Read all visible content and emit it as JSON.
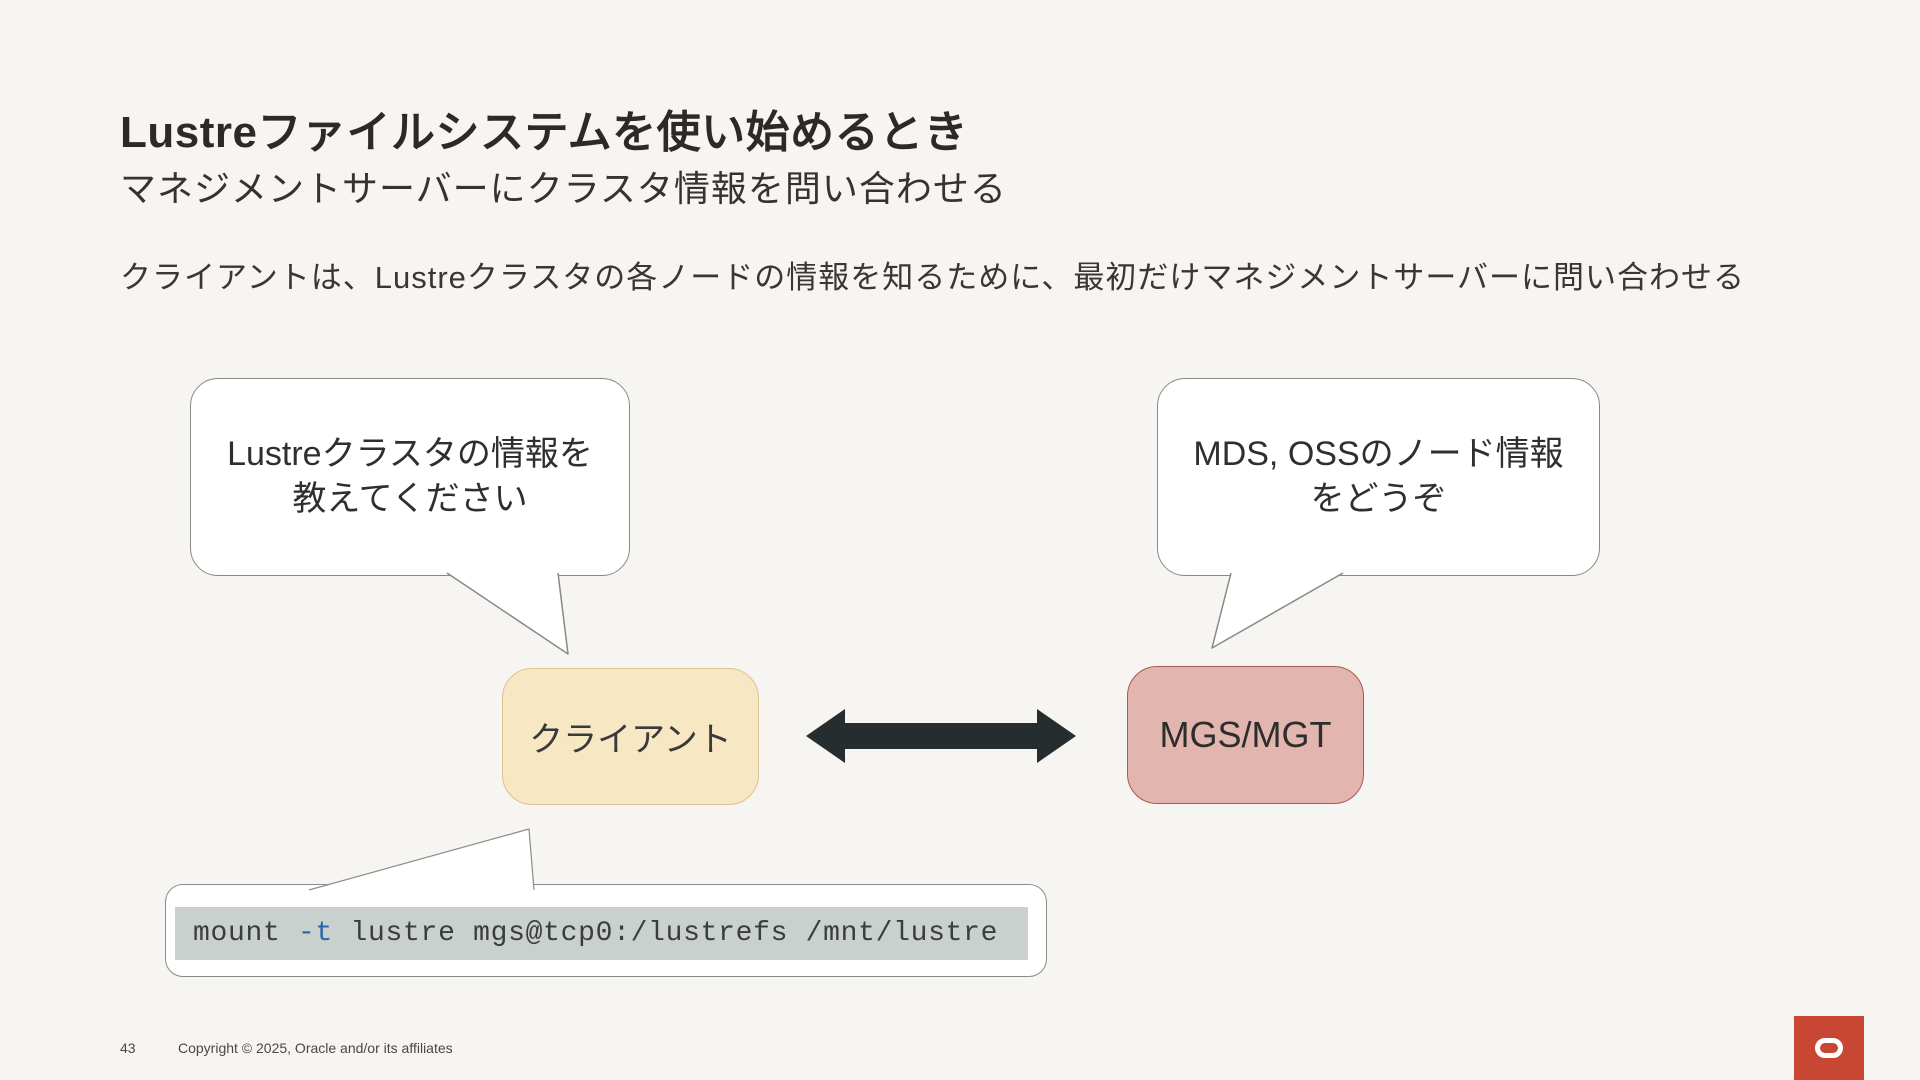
{
  "slide": {
    "title": "Lustreファイルシステムを使い始めるとき",
    "subtitle": "マネジメントサーバーにクラスタ情報を問い合わせる",
    "body": "クライアントは、Lustreクラスタの各ノードの情報を知るために、最初だけマネジメントサーバーに問い合わせる"
  },
  "diagram": {
    "client_bubble": {
      "line1": "Lustreクラスタの情報を",
      "line2": "教えてください"
    },
    "server_bubble": {
      "line1": "MDS, OSSのノード情報",
      "line2": "をどうぞ"
    },
    "client_box": {
      "label": "クライアント",
      "fill": "#f8e7c3",
      "border": "#dfc291"
    },
    "server_box": {
      "label": "MGS/MGT",
      "fill": "#e2b5ae",
      "border": "#a85a50"
    },
    "arrow": {
      "direction": "bidirectional",
      "color": "#262d2e"
    }
  },
  "command": {
    "parts": [
      {
        "text": "mount "
      },
      {
        "text": "-t"
      },
      {
        "text": " lustre mgs@tcp0:/lustrefs /mnt/lustre"
      }
    ],
    "accent_color": "#2767ae",
    "strip_bg": "#cad0ce"
  },
  "footer": {
    "page_number": "43",
    "copyright": "Copyright © 2025, Oracle and/or its affiliates",
    "logo_color": "#c74634"
  }
}
